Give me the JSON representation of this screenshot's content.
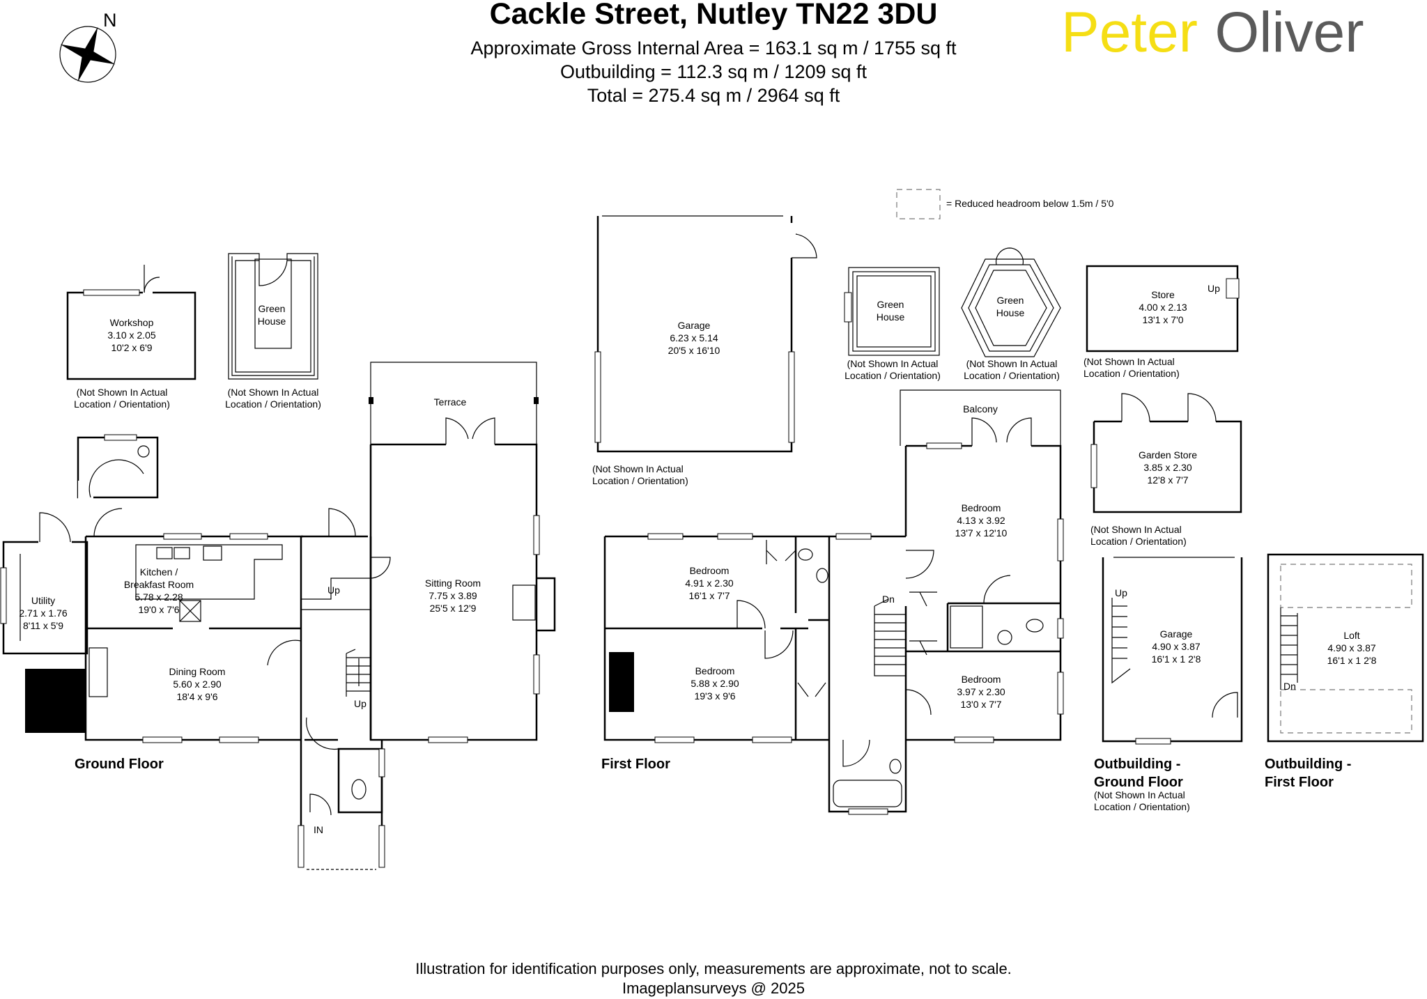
{
  "header": {
    "title": "Cackle Street, Nutley TN22 3DU",
    "area_main": "Approximate Gross Internal Area = 163.1 sq m / 1755 sq ft",
    "area_outbuilding": "Outbuilding = 112.3 sq m / 1209 sq ft",
    "area_total": "Total = 275.4 sq m / 2964 sq ft",
    "compass": "N"
  },
  "brand": {
    "word1": "Peter",
    "word2": "Oliver",
    "color1": "#f5de14",
    "color2": "#5a5a5a"
  },
  "legend": {
    "reduced_headroom": "= Reduced headroom below 1.5m / 5'0"
  },
  "notes": {
    "not_shown_1": "(Not Shown In Actual",
    "not_shown_2": "Location / Orientation)"
  },
  "floors": {
    "ground": "Ground Floor",
    "first": "First Floor",
    "out_ground_1": "Outbuilding -",
    "out_ground_2": "Ground Floor",
    "out_first_1": "Outbuilding -",
    "out_first_2": "First Floor"
  },
  "marks": {
    "up": "Up",
    "dn": "Dn",
    "in": "IN"
  },
  "rooms": {
    "workshop": {
      "name": "Workshop",
      "metric": "3.10 x 2.05",
      "imperial": "10'2 x  6'9"
    },
    "greenhouse_1": {
      "name1": "Green",
      "name2": "House"
    },
    "terrace": {
      "name": "Terrace"
    },
    "utility": {
      "name": "Utility",
      "metric": "2.71 x 1.76",
      "imperial": "8'11 x 5'9"
    },
    "kitchen": {
      "name1": "Kitchen /",
      "name2": "Breakfast Room",
      "metric": "5.78 x 2.28",
      "imperial": "19'0 x 7'6"
    },
    "dining": {
      "name": "Dining Room",
      "metric": "5.60 x 2.90",
      "imperial": "18'4 x 9'6"
    },
    "sitting": {
      "name": "Sitting Room",
      "metric": "7.75 x 3.89",
      "imperial": "25'5 x 12'9"
    },
    "garage_main": {
      "name": "Garage",
      "metric": "6.23 x 5.14",
      "imperial": "20'5 x 16'10"
    },
    "greenhouse_2": {
      "name1": "Green",
      "name2": "House"
    },
    "greenhouse_3": {
      "name1": "Green",
      "name2": "House"
    },
    "store": {
      "name": "Store",
      "metric": "4.00 x 2.13",
      "imperial": "13'1 x 7'0"
    },
    "balcony": {
      "name": "Balcony"
    },
    "bedroom_1": {
      "name": "Bedroom",
      "metric": "4.13 x 3.92",
      "imperial": "13'7 x 12'10"
    },
    "garden_store": {
      "name": "Garden Store",
      "metric": "3.85 x 2.30",
      "imperial": "12'8 x 7'7"
    },
    "bedroom_2": {
      "name": "Bedroom",
      "metric": "4.91 x 2.30",
      "imperial": "16'1 x 7'7"
    },
    "bedroom_3": {
      "name": "Bedroom",
      "metric": "5.88 x 2.90",
      "imperial": "19'3 x 9'6"
    },
    "bedroom_4": {
      "name": "Bedroom",
      "metric": "3.97 x 2.30",
      "imperial": "13'0 x 7'7"
    },
    "garage_out": {
      "name": "Garage",
      "metric": "4.90 x 3.87",
      "imperial": "16'1 x 1 2'8"
    },
    "loft": {
      "name": "Loft",
      "metric": "4.90 x 3.87",
      "imperial": "16'1 x 1 2'8"
    }
  },
  "footer": {
    "line1": "Illustration for identification purposes only, measurements are approximate, not to scale.",
    "line2": "Imageplansurveys @ 2025"
  }
}
